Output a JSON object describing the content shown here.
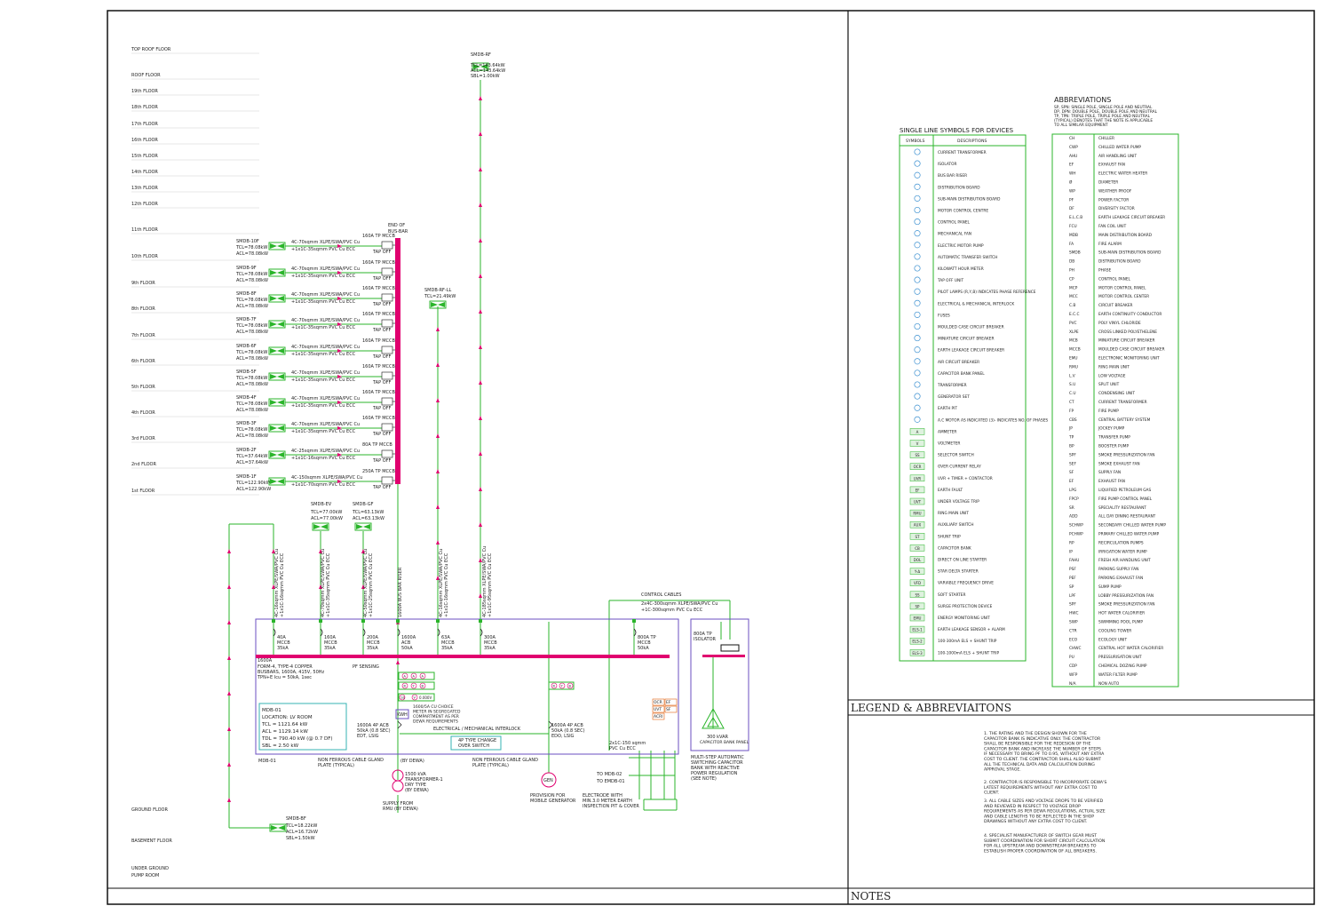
{
  "floors": [
    "TOP ROOF FLOOR",
    "ROOF FLOOR",
    "19th FLOOR",
    "18th FLOOR",
    "17th FLOOR",
    "16th FLOOR",
    "15th FLOOR",
    "14th FLOOR",
    "13th FLOOR",
    "12th FLOOR",
    "11th FLOOR",
    "10th FLOOR",
    "9th FLOOR",
    "8th FLOOR",
    "7th FLOOR",
    "6th FLOOR",
    "5th FLOOR",
    "4th FLOOR",
    "3rd FLOOR",
    "2nd FLOOR",
    "1st FLOOR",
    "GROUND FLOOR",
    "BASEMENT FLOOR",
    "UNDER GROUND",
    "PUMP ROOM"
  ],
  "busbar_end": [
    "END OF",
    "BUS-BAR"
  ],
  "smdb_floor": [
    {
      "name": "SMDB-10F",
      "tcl": "TCL=78.08kW",
      "acl": "ACL=78.08kW",
      "cable1": "4C-70sqmm XLPE/SWA/PVC Cu",
      "cable2": "+1x1C-35sqmm PVC Cu ECC",
      "mccb": "160A TP MCCB",
      "tap": "TAP OFF"
    },
    {
      "name": "SMDB-9F",
      "tcl": "TCL=78.08kW",
      "acl": "ACL=78.08kW",
      "cable1": "4C-70sqmm XLPE/SWA/PVC Cu",
      "cable2": "+1x1C-35sqmm PVC Cu ECC",
      "mccb": "160A TP MCCB",
      "tap": "TAP OFF"
    },
    {
      "name": "SMDB-8F",
      "tcl": "TCL=78.08kW",
      "acl": "ACL=78.08kW",
      "cable1": "4C-70sqmm XLPE/SWA/PVC Cu",
      "cable2": "+1x1C-35sqmm PVC Cu ECC",
      "mccb": "160A TP MCCB",
      "tap": "TAP OFF"
    },
    {
      "name": "SMDB-7F",
      "tcl": "TCL=78.08kW",
      "acl": "ACL=78.08kW",
      "cable1": "4C-70sqmm XLPE/SWA/PVC Cu",
      "cable2": "+1x1C-35sqmm PVC Cu ECC",
      "mccb": "160A TP MCCB",
      "tap": "TAP OFF"
    },
    {
      "name": "SMDB-6F",
      "tcl": "TCL=78.08kW",
      "acl": "ACL=78.08kW",
      "cable1": "4C-70sqmm XLPE/SWA/PVC Cu",
      "cable2": "+1x1C-35sqmm PVC Cu ECC",
      "mccb": "160A TP MCCB",
      "tap": "TAP OFF"
    },
    {
      "name": "SMDB-5F",
      "tcl": "TCL=78.08kW",
      "acl": "ACL=78.08kW",
      "cable1": "4C-70sqmm XLPE/SWA/PVC Cu",
      "cable2": "+1x1C-35sqmm PVC Cu ECC",
      "mccb": "160A TP MCCB",
      "tap": "TAP OFF"
    },
    {
      "name": "SMDB-4F",
      "tcl": "TCL=78.08kW",
      "acl": "ACL=78.08kW",
      "cable1": "4C-70sqmm XLPE/SWA/PVC Cu",
      "cable2": "+1x1C-35sqmm PVC Cu ECC",
      "mccb": "160A TP MCCB",
      "tap": "TAP OFF"
    },
    {
      "name": "SMDB-3F",
      "tcl": "TCL=78.08kW",
      "acl": "ACL=78.08kW",
      "cable1": "4C-70sqmm XLPE/SWA/PVC Cu",
      "cable2": "+1x1C-35sqmm PVC Cu ECC",
      "mccb": "160A TP MCCB",
      "tap": "TAP OFF"
    },
    {
      "name": "SMDB-2F",
      "tcl": "TCL=37.64kW",
      "acl": "ACL=37.64kW",
      "cable1": "4C-25sqmm XLPE/SWA/PVC Cu",
      "cable2": "+1x1C-16sqmm PVC Cu ECC",
      "mccb": "80A TP MCCB",
      "tap": "TAP OFF"
    },
    {
      "name": "SMDB-1F",
      "tcl": "TCL=122.90kW",
      "acl": "ACL=122.90kW",
      "cable1": "4C-150sqmm XLPE/SWA/PVC Cu",
      "cable2": "+1x1C-70sqmm PVC Cu ECC",
      "mccb": "250A TP MCCB",
      "tap": "TAP OFF"
    }
  ],
  "smdb_rf": {
    "name": "SMDB-RF",
    "tcl": "TCL=143.64kW",
    "acl": "ACL=143.64kW",
    "sbl": "SBL=1.00kW"
  },
  "smdb_rfll": {
    "name": "SMDB-RF-LL",
    "tcl": "TCL=21.49kW"
  },
  "smdb_ev": {
    "name": "SMDB-EV",
    "tcl": "TCL=77.00kW",
    "acl": "ACL=77.00kW"
  },
  "smdb_gf": {
    "name": "SMDB-GF",
    "tcl": "TCL=63.13kW",
    "acl": "ACL=63.13kW"
  },
  "smdb_bf": {
    "name": "SMDB-BF",
    "tcl": "TCL=18.22kW",
    "acl": "ACL=16.72kW",
    "sbl": "SBL=1.50kW"
  },
  "riser_cables": [
    {
      "line1": "4C-16sqmm XLPE/SWA/PVC Cu",
      "line2": "+1x1C-16sqmm PVC Cu ECC"
    },
    {
      "line1": "4C-70sqmm XLPE/SWA/PVC Cu",
      "line2": "+1x1C-35sqmm PVC Cu ECC"
    },
    {
      "line1": "4C-50sqmm XLPE/SWA/PVC Cu",
      "line2": "+1x1C-25sqmm PVC Cu ECC"
    },
    {
      "line1": "1600A BUS BAR RISER",
      "line2": ""
    },
    {
      "line1": "4C-16sqmm XLPE/SWA/PVC Cu",
      "line2": "+1x1C-16sqmm PVC Cu ECC"
    },
    {
      "line1": "4C-185sqmm XLPE/SWA/PVC Cu",
      "line2": "+1x1C-95sqmm PVC Cu ECC"
    }
  ],
  "outgoing": [
    {
      "a": "40A",
      "b": "MCCB",
      "c": "35kA"
    },
    {
      "a": "160A",
      "b": "MCCB",
      "c": "35kA"
    },
    {
      "a": "200A",
      "b": "MCCB",
      "c": "35kA"
    },
    {
      "a": "1600A",
      "b": "ACB",
      "c": "50kA"
    },
    {
      "a": "63A",
      "b": "MCCB",
      "c": "35kA"
    },
    {
      "a": "300A",
      "b": "MCCB",
      "c": "35kA"
    },
    {
      "a": "800A TP",
      "b": "MCCB",
      "c": "50kA"
    }
  ],
  "control_cables": {
    "title": "CONTROL CABLES",
    "line1": "2x4C-300sqmm XLPE/SWA/PVC Cu",
    "line2": "+1C-300sqmm PVC Cu ECC"
  },
  "busbar_note": [
    "FORM-4, TYPE-4 COPPER",
    "BUSBARS, 1600A, 415V, 50Hz",
    "TPN+E Icu = 50kA, 1sec"
  ],
  "pf_sensing": "PF SENSING",
  "mdb_info": [
    "MDB-01",
    "LOCATION: LV ROOM",
    "TCL = 1121.64 kW",
    "ACL = 1129.14 kW",
    "TDL = 790.40 kW (@ 0.7 DF)",
    "SBL = 2.50 kW"
  ],
  "mdb_name": "MDB-01",
  "meter_note": [
    "1600/5A CU CHOICE",
    "METER IN SEGREGATED",
    "COMPARTMENT AS PER",
    "DEWA REQUIREMENTS"
  ],
  "incomer_left": [
    "1600A 4P ACB",
    "50kA (0.8 SEC)",
    "EDT, LSIG"
  ],
  "incomer_right": [
    "1600A 4P ACB",
    "50kA (0.8 SEC)",
    "EDO, LSIG"
  ],
  "interlock": "ELECTRICAL / MECHANICAL INTERLOCK",
  "ats": [
    "4P TYPE CHANGE",
    "OVER SWITCH"
  ],
  "cable_gen": [
    "2x1C-150 sqmm",
    "PVC Cu ECC"
  ],
  "dewa_left": [
    "NON FERROUS CABLE GLAND",
    "PLATE (TYPICAL)"
  ],
  "dewa_mid": "(BY DEWA)",
  "dewa_right": [
    "NON FERROUS CABLE GLAND",
    "PLATE (TYPICAL)"
  ],
  "transformer": [
    "1500 kVA",
    "TRANSFORMER-1",
    "DRY TYPE",
    "(BY DEWA)"
  ],
  "supply": [
    "SUPPLY FROM",
    "RMU (BY DEWA)"
  ],
  "gen_label": "GEN",
  "mobile_gen": [
    "PROVISION FOR",
    "MOBILE GENERATOR"
  ],
  "earth_note": [
    "ELECTRODE WITH",
    "MIN.3.0 METER EARTH",
    "INSPECTION PIT & COVER"
  ],
  "to_mdb": [
    "TO MDB-02",
    "TO EMDB-01"
  ],
  "tp_isolator": [
    "800A TP",
    "ISOLATOR"
  ],
  "capacitor": [
    "300 kVAR",
    "CAPACITOR BANK PANEL"
  ],
  "capacitor_note": [
    "MULTI-STEP AUTOMATIC",
    "SWITCHING CAPACITOR",
    "BANK WITH REACTIVE",
    "POWER REGULATION",
    "(SEE NOTE)"
  ],
  "relays": [
    "OCR",
    "EF",
    "UVT",
    "SF",
    "ACRI"
  ],
  "meter_boxes": [
    "A",
    "A",
    "A",
    "R",
    "Y",
    "B",
    "SS",
    "V",
    "R",
    "Y",
    "B"
  ],
  "kwh_label": "KWH",
  "symbols_title": "SINGLE LINE SYMBOLS FOR DEVICES",
  "symbols_head": [
    "SYMBOLS",
    "DESCRIPTIONS"
  ],
  "symbols": [
    {
      "s": "",
      "d": "CURRENT TRANSFORMER"
    },
    {
      "s": "",
      "d": "ISOLATOR"
    },
    {
      "s": "",
      "d": "BUS BAR RISER"
    },
    {
      "s": "",
      "d": "DISTRIBUTION BOARD"
    },
    {
      "s": "",
      "d": "SUB-MAIN DISTRIBUTION BOARD"
    },
    {
      "s": "",
      "d": "MOTOR CONTROL CENTRE"
    },
    {
      "s": "",
      "d": "CONTROL PANEL"
    },
    {
      "s": "",
      "d": "MECHANICAL FAN"
    },
    {
      "s": "",
      "d": "ELECTRIC MOTOR PUMP"
    },
    {
      "s": "",
      "d": "AUTOMATIC TRANSFER SWITCH"
    },
    {
      "s": "",
      "d": "KILOWATT HOUR METER"
    },
    {
      "s": "",
      "d": "TAP OFF UNIT"
    },
    {
      "s": "",
      "d": "PILOT LAMPS (R,Y,B) INDICATES PHASE REFERENCE"
    },
    {
      "s": "",
      "d": "ELECTRICAL & MECHANICAL INTERLOCK"
    },
    {
      "s": "",
      "d": "FUSES"
    },
    {
      "s": "",
      "d": "MOULDED CASE CIRCUIT BREAKER"
    },
    {
      "s": "",
      "d": "MINIATURE CIRCUIT BREAKER"
    },
    {
      "s": "",
      "d": "EARTH LEAKAGE CIRCUIT BREAKER"
    },
    {
      "s": "",
      "d": "AIR CIRCUIT BREAKER"
    },
    {
      "s": "",
      "d": "CAPACITOR BANK PANEL"
    },
    {
      "s": "",
      "d": "TRANSFORMER"
    },
    {
      "s": "",
      "d": "GENERATOR SET"
    },
    {
      "s": "",
      "d": "EARTH PIT"
    },
    {
      "s": "",
      "d": "A.C MOTOR AS INDICATED (3)- INDICATES NO. OF PHASES"
    },
    {
      "s": "A",
      "d": "AMMETER"
    },
    {
      "s": "V",
      "d": "VOLTMETER"
    },
    {
      "s": "SS",
      "d": "SELECTOR SWITCH"
    },
    {
      "s": "OCR",
      "d": "OVER CURRENT RELAY"
    },
    {
      "s": "UVR",
      "d": "UVR + TIMER + CONTACTOR"
    },
    {
      "s": "EF",
      "d": "EARTH FAULT"
    },
    {
      "s": "UVT",
      "d": "UNDER VOLTAGE TRIP"
    },
    {
      "s": "RMU",
      "d": "RING MAIN UNIT"
    },
    {
      "s": "AUX",
      "d": "AUXILIARY SWITCH"
    },
    {
      "s": "ST",
      "d": "SHUNT TRIP"
    },
    {
      "s": "CB",
      "d": "CAPACITOR BANK"
    },
    {
      "s": "DOL",
      "d": "DIRECT ON LINE STARTER"
    },
    {
      "s": "Y-Δ",
      "d": "STAR DELTA STARTER"
    },
    {
      "s": "VFD",
      "d": "VARIABLE FREQUENCY DRIVE"
    },
    {
      "s": "SS",
      "d": "SOFT STARTER"
    },
    {
      "s": "SP",
      "d": "SURGE PROTECTION DEVICE"
    },
    {
      "s": "EMU",
      "d": "ENERGY MONITORING UNIT"
    },
    {
      "s": "ELS-1",
      "d": "EARTH LEAKAGE SENSOR + ALARM"
    },
    {
      "s": "ELS-2",
      "d": "100-300mA ELS + SHUNT TRIP"
    },
    {
      "s": "ELS-3",
      "d": "100-1000mA ELS + SHUNT TRIP"
    }
  ],
  "abbr_title": "ABBREVIATIONS",
  "abbr_intro": [
    "SP, SPN: SINGLE POLE, SINGLE POLE AND NEUTRAL",
    "DP, DPN: DOUBLE POLE, DOUBLE POLE AND NEUTRAL",
    "TP, TPN: TRIPLE POLE, TRIPLE POLE AND NEUTRAL",
    "(TYPICAL) DENOTES THAT THE NOTE IS APPLICABLE",
    "TO ALL SIMILAR EQUIPMENT"
  ],
  "abbreviations": [
    {
      "k": "CH",
      "v": "CHILLER"
    },
    {
      "k": "CWP",
      "v": "CHILLED WATER PUMP"
    },
    {
      "k": "AHU",
      "v": "AIR HANDLING UNIT"
    },
    {
      "k": "EF",
      "v": "EXHAUST FAN"
    },
    {
      "k": "WH",
      "v": "ELECTRIC WATER HEATER"
    },
    {
      "k": "Ø",
      "v": "DIAMETER"
    },
    {
      "k": "WP",
      "v": "WEATHER PROOF"
    },
    {
      "k": "PF",
      "v": "POWER FACTOR"
    },
    {
      "k": "DF",
      "v": "DIVERSITY FACTOR"
    },
    {
      "k": "E.L.C.B",
      "v": "EARTH LEAKAGE CIRCUIT BREAKER"
    },
    {
      "k": "FCU",
      "v": "FAN COIL UNIT"
    },
    {
      "k": "MDB",
      "v": "MAIN DISTRIBUTION BOARD"
    },
    {
      "k": "FA",
      "v": "FIRE ALARM"
    },
    {
      "k": "SMDB",
      "v": "SUB-MAIN DISTRIBUTION BOARD"
    },
    {
      "k": "DB",
      "v": "DISTRIBUTION BOARD"
    },
    {
      "k": "PH",
      "v": "PHASE"
    },
    {
      "k": "CP",
      "v": "CONTROL PANEL"
    },
    {
      "k": "MCP",
      "v": "MOTOR CONTROL PANEL"
    },
    {
      "k": "MCC",
      "v": "MOTOR CONTROL CENTER"
    },
    {
      "k": "C.B",
      "v": "CIRCUIT BREAKER"
    },
    {
      "k": "E.C.C",
      "v": "EARTH CONTINUITY CONDUCTOR"
    },
    {
      "k": "PVC",
      "v": "POLY VINYL CHLORIDE"
    },
    {
      "k": "XLPE",
      "v": "CROSS LINKED POLYETHELENE"
    },
    {
      "k": "MCB",
      "v": "MINIATURE CIRCUIT BREAKER"
    },
    {
      "k": "MCCB",
      "v": "MOULDED CASE CIRCUIT BREAKER"
    },
    {
      "k": "EMU",
      "v": "ELECTRONIC MONITORING UNIT"
    },
    {
      "k": "RMU",
      "v": "RING MAIN UNIT"
    },
    {
      "k": "L.V",
      "v": "LOW VOLTAGE"
    },
    {
      "k": "S.U",
      "v": "SPLIT UNIT"
    },
    {
      "k": "C.U",
      "v": "CONDENSING UNIT"
    },
    {
      "k": "CT",
      "v": "CURRENT TRANSFORMER"
    },
    {
      "k": "FP",
      "v": "FIRE PUMP"
    },
    {
      "k": "CBS",
      "v": "CENTRAL BATTERY SYSTEM"
    },
    {
      "k": "JP",
      "v": "JOCKEY PUMP"
    },
    {
      "k": "TP",
      "v": "TRANSFER PUMP"
    },
    {
      "k": "BP",
      "v": "BOOSTER PUMP"
    },
    {
      "k": "SPF",
      "v": "SMOKE PRESSURIZATION FAN"
    },
    {
      "k": "SEF",
      "v": "SMOKE EXHAUST FAN"
    },
    {
      "k": "SF",
      "v": "SUPPLY FAN"
    },
    {
      "k": "EF",
      "v": "EXHAUST FAN"
    },
    {
      "k": "LPG",
      "v": "LIQUIFIED PETROLEUM GAS"
    },
    {
      "k": "FPCP",
      "v": "FIRE PUMP CONTROL PANEL"
    },
    {
      "k": "SR",
      "v": "SPECIALITY RESTAURANT"
    },
    {
      "k": "ADD",
      "v": "ALL DAY DINING RESTAURANT"
    },
    {
      "k": "SCHWP",
      "v": "SECONDARY CHILLED WATER PUMP"
    },
    {
      "k": "PCHWP",
      "v": "PRIMARY CHILLED WATER PUMP"
    },
    {
      "k": "RP",
      "v": "RECIRCULATION PUMPS"
    },
    {
      "k": "IP",
      "v": "IRRIGATION WATER PUMP"
    },
    {
      "k": "FAHU",
      "v": "FRESH AIR HANDLING UNIT"
    },
    {
      "k": "PSF",
      "v": "PARKING SUPPLY FAN"
    },
    {
      "k": "PEF",
      "v": "PARKING EXHAUST FAN"
    },
    {
      "k": "SP",
      "v": "SUMP PUMP"
    },
    {
      "k": "LPF",
      "v": "LOBBY PRESSURIZATION FAN"
    },
    {
      "k": "SPF",
      "v": "SMOKE PRESSURIZATION FAN"
    },
    {
      "k": "HWC",
      "v": "HOT WATER CALORIFIER"
    },
    {
      "k": "SWP",
      "v": "SWIMMING POOL PUMP"
    },
    {
      "k": "CTR",
      "v": "COOLING TOWER"
    },
    {
      "k": "ECO",
      "v": "ECOLOGY UNIT"
    },
    {
      "k": "CHWC",
      "v": "CENTRAL HOT WATER CALORIFIER"
    },
    {
      "k": "PU",
      "v": "PRESSURISATION UNIT"
    },
    {
      "k": "CDP",
      "v": "CHEMICAL DOZING PUMP"
    },
    {
      "k": "WFP",
      "v": "WATER FILTER PUMP"
    },
    {
      "k": "N/A",
      "v": "NON AUTO"
    }
  ],
  "legend_title": "LEGEND & ABBREVIAITONS",
  "notes_title": "NOTES",
  "notes": [
    [
      "1. THE RATING AND THE DESIGN SHOWN FOR THE",
      "CAPACITOR BANK IS INDICATIVE ONLY. THE CONTRACTOR",
      "SHALL BE RESPONSIBLE FOR THE REDESIGN OF THE",
      "CAPACITOR BANK AND  INCREASE THE NUMBER OF STEPS",
      "IF NECESSARY TO BRING PF TO 0.95, WITHOUT ANY EXTRA",
      "COST  TO CLIENT. THE CONTRACTOR SHALL ALSO SUBMIT",
      "ALL THE TECHNICAL DATA AND CALCULATION  DURING",
      "APPROVAL STAGE."
    ],
    [
      "2. CONTRACTOR IS RESPONSIBLE TO INCORPORATE DEWA'S",
      "LATEST REQUIREMENTS WITHOUT ANY EXTRA COST TO",
      "CLIENT."
    ],
    [
      "3. ALL CABLE SIZES AND VOLTAGE DROPS TO BE VERIFIED",
      "AND  REVIEWED IN RESPECT TO VOLTAGE DROP",
      "REQUIREMENTS  AS PER DEWA REGULATIONS, ACTUAL SIZE",
      "AND CABLE LENGTHS  TO BE REFLECTED IN THE SHOP",
      "DRAWINGS WITHOUT ANY  EXTRA COST TO CLIENT."
    ],
    [
      "4. SPECIALIST MANUFACTURER OF SWITCH GEAR MUST",
      "SUBMIT COORDINATION FOR SHORT CIRCUIT CALCULATION",
      "FOR ALL UPSTREAM AND DOWNSTREAM BREAKERS TO",
      "ESTABLISH PROPER COORDINATION OF ALL BREAKERS."
    ]
  ],
  "colors": {
    "line": "#2bb52b",
    "busbar": "#e0006f",
    "panel": "#6b4fc0",
    "note": "#35b3b3",
    "relay": "#e06010",
    "text": "#222222"
  }
}
